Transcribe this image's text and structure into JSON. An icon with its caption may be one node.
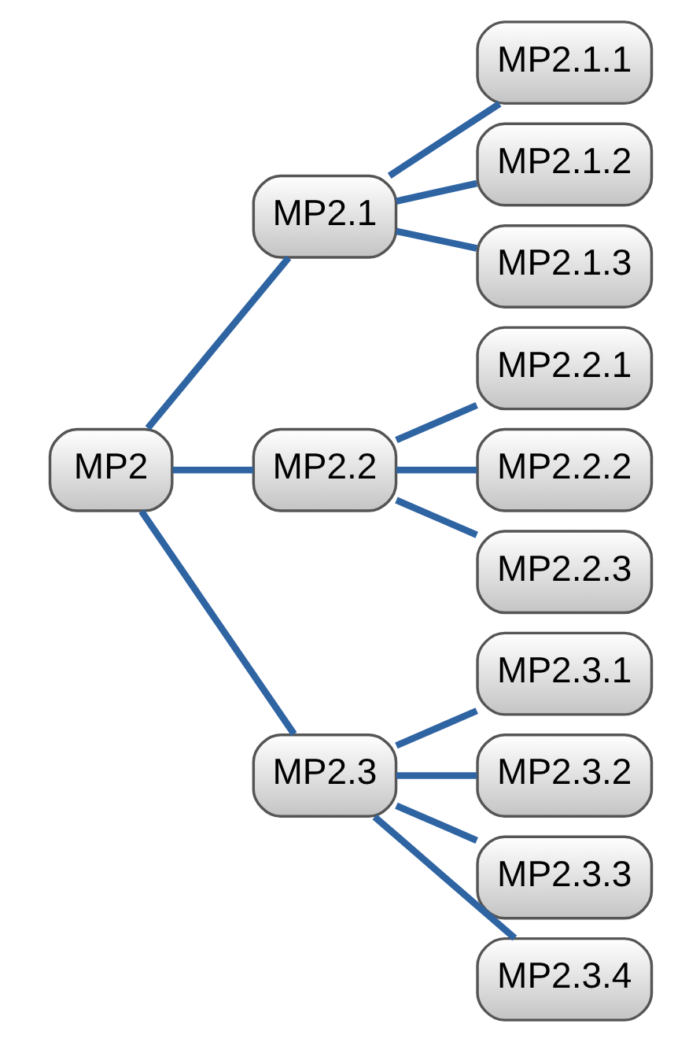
{
  "diagram": {
    "nodes": [
      {
        "text": [
          "MP2"
        ]
      },
      {
        "text": [
          "MP2.1"
        ]
      },
      {
        "text": [
          "MP2.1.1"
        ]
      },
      {
        "text": [
          "MP2.1.2"
        ]
      },
      {
        "text": [
          "MP2.1.3"
        ]
      },
      {
        "text": [
          "MP2.2"
        ]
      },
      {
        "text": [
          "MP2.2.1"
        ]
      },
      {
        "text": [
          "MP2.2.2"
        ]
      },
      {
        "text": [
          "MP2.2.3"
        ]
      },
      {
        "text": [
          "MP2.3"
        ]
      },
      {
        "text": [
          "MP2.3.1"
        ]
      },
      {
        "text": [
          "MP2.3.2"
        ]
      },
      {
        "text": [
          "MP2.3.3"
        ]
      },
      {
        "text": [
          "MP2.3.4"
        ]
      }
    ],
    "edges": [
      {
        "from": 0,
        "to": 1,
        "arrow": "none"
      },
      {
        "from": 0,
        "to": 5,
        "arrow": "none"
      },
      {
        "from": 0,
        "to": 9,
        "arrow": "none"
      },
      {
        "from": 1,
        "to": 2,
        "arrow": "none"
      },
      {
        "from": 1,
        "to": 3,
        "arrow": "none"
      },
      {
        "from": 1,
        "to": 4,
        "arrow": "none"
      },
      {
        "from": 5,
        "to": 6,
        "arrow": "none"
      },
      {
        "from": 5,
        "to": 7,
        "arrow": "none"
      },
      {
        "from": 5,
        "to": 8,
        "arrow": "none"
      },
      {
        "from": 9,
        "to": 10,
        "arrow": "none"
      },
      {
        "from": 9,
        "to": 11,
        "arrow": "none"
      },
      {
        "from": 9,
        "to": 12,
        "arrow": "none"
      },
      {
        "from": 9,
        "to": 13,
        "arrow": "none"
      }
    ]
  }
}
